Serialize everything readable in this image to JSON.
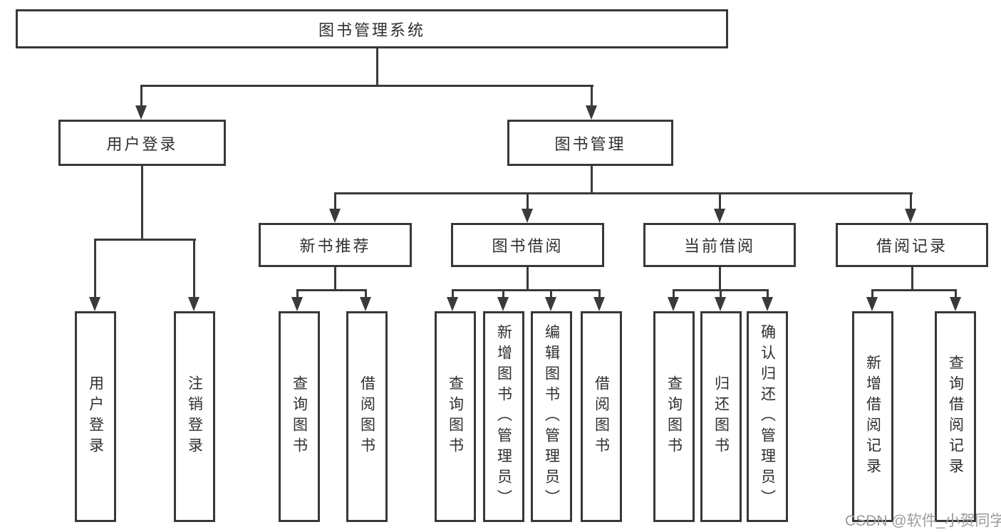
{
  "diagram": {
    "root": {
      "label": "图书管理系统"
    },
    "level2": {
      "user_login": {
        "label": "用户登录"
      },
      "book_mgmt": {
        "label": "图书管理"
      }
    },
    "level3": {
      "new_books": {
        "label": "新书推荐"
      },
      "book_borrow": {
        "label": "图书借阅"
      },
      "current_borrow": {
        "label": "当前借阅"
      },
      "borrow_records": {
        "label": "借阅记录"
      }
    },
    "leaves": {
      "user_login": [
        "用户登录",
        "注销登录"
      ],
      "new_books": [
        "查询图书",
        "借阅图书"
      ],
      "book_borrow": [
        "查询图书",
        "新增图书（管理员）",
        "编辑图书（管理员）",
        "借阅图书"
      ],
      "current_borrow": [
        "查询图书",
        "归还图书",
        "确认归还（管理员）"
      ],
      "borrow_records": [
        "新增借阅记录",
        "查询借阅记录"
      ]
    }
  },
  "watermark": {
    "text": "CSDN @软件_小贺同学"
  },
  "colors": {
    "line": "#3a3a3a",
    "border": "#383838",
    "text": "#2f2f2f",
    "watermark": "#9c9c9c",
    "background": "#ffffff"
  }
}
